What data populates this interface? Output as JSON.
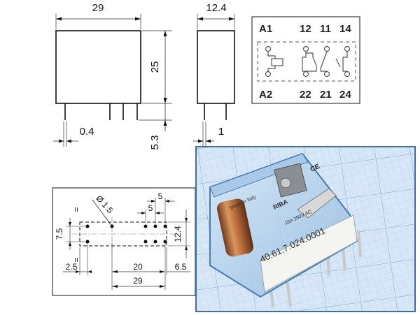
{
  "front_view": {
    "width_label": "29",
    "height_label": "25",
    "pin_length_label": "5.3",
    "pin_thickness_label": "0.4"
  },
  "side_view": {
    "width_label": "12.4",
    "pin_spacing_label": "1"
  },
  "schematic": {
    "coil_top": "A1",
    "coil_bottom": "A2",
    "contacts_top": [
      "12",
      "11",
      "14"
    ],
    "contacts_bottom": [
      "22",
      "21",
      "24"
    ]
  },
  "footprint": {
    "hole_diameter_label": "Ø 1.5",
    "top_pitch_label": "5",
    "inner_pitch_label": "5",
    "row_spacing_label": "7.5",
    "height_label": "12.4",
    "left_margin_label": "2.5",
    "coil_pitch_label": "20",
    "right_margin_label": "6.5",
    "total_width_label": "29",
    "equal_marks": [
      "=",
      "="
    ]
  },
  "photo": {
    "part_number": "40.61.7.024.0001",
    "made_in": "Made in Italy",
    "brand": "RIBA",
    "rating": "16A 250V AC",
    "mark": "CE"
  },
  "colors": {
    "line": "#111111",
    "schematic_line": "#555555",
    "photo_bg": "#cfe3f7",
    "relay_blue": "#8fb7de",
    "coil_copper": "#b86a3a"
  }
}
